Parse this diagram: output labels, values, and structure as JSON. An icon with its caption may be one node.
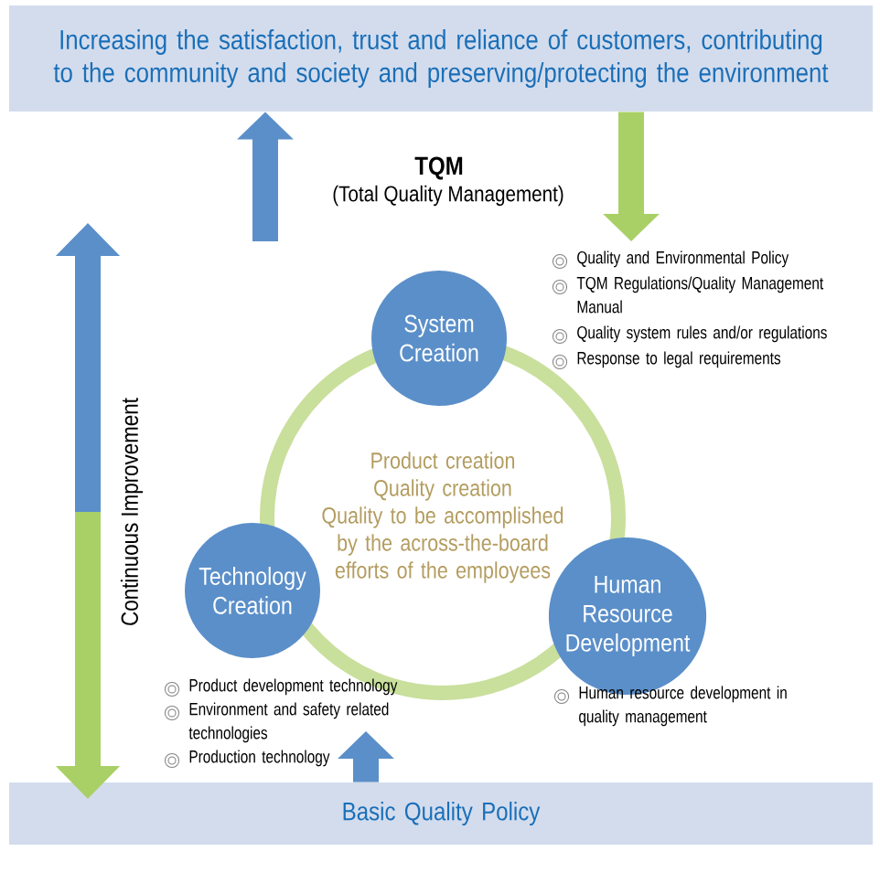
{
  "diagram": {
    "nodes": [
      {
        "text": [
          "Increasing the satisfaction, trust and reliance of customers, contributing to the community and society and preserving/protecting the environment"
        ]
      },
      {
        "text": [
          "System Creation"
        ],
        "beside": [
          "Quality and Environmental Policy",
          "TQM Regulations/Quality Management Manual",
          "Quality system rules and/or regulations",
          "Response to legal requirements"
        ]
      },
      {
        "text": [
          "Product creation",
          "Quality creation",
          "Quality to be accomplished by the across-the-board efforts of the employees"
        ]
      },
      {
        "text": [
          "Technology Creation"
        ],
        "beside": [
          "Product development technology",
          "Environment and safety related technologies",
          "Production technology"
        ]
      },
      {
        "text": [
          "Human Resource Development"
        ],
        "beside": [
          "Human resource development in quality management"
        ]
      },
      {
        "text": [
          "Basic Quality Policy"
        ]
      }
    ],
    "edges": [
      {
        "from": null,
        "to": 0,
        "arrow": "to"
      },
      {
        "from": 0,
        "to": 1,
        "arrow": "to",
        "color": "#a9d066"
      },
      {
        "from": 5,
        "to": 3,
        "arrow": "to"
      }
    ],
    "labels": [
      "TQM",
      "(Total Quality Management)",
      "Continuous Improvement"
    ]
  }
}
